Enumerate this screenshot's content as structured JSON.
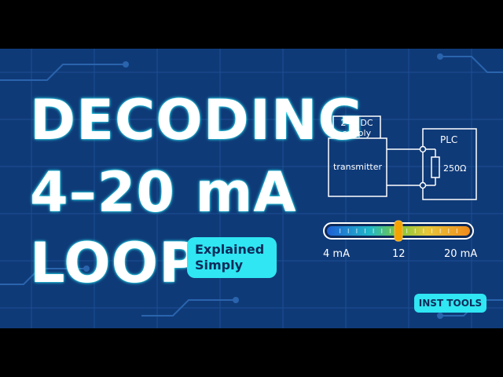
{
  "headline": {
    "line1": "DECODING",
    "line2": "4–20 mA",
    "line3": "LOOP"
  },
  "badge": {
    "line1": "Explained",
    "line2": "Simply"
  },
  "diagram": {
    "supply_line1": "24V DC",
    "supply_line2": "supply",
    "transmitter": "transmitter",
    "plc": "PLC",
    "resistor": "250Ω"
  },
  "scale": {
    "min_label": "4 mA",
    "mid_label": "12",
    "max_label": "20 mA",
    "min": 4,
    "max": 20,
    "value": 12
  },
  "brand": "INST TOOLS",
  "colors": {
    "background": "#0f3a78",
    "accent": "#2fe6f2",
    "text": "#ffffff",
    "knob": "#f5a300"
  }
}
